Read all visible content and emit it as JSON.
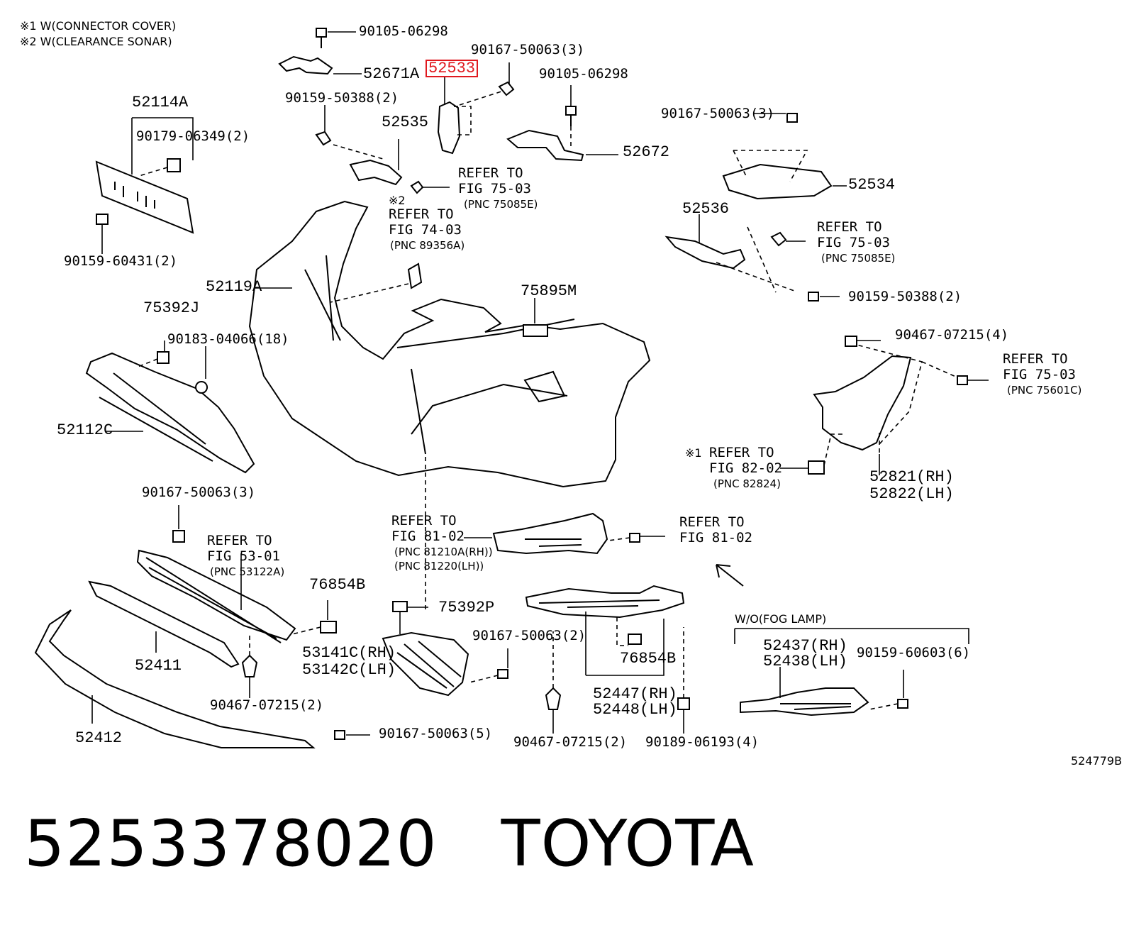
{
  "notes": {
    "n1": "※1 W(CONNECTOR COVER)",
    "n2": "※2 W(CLEARANCE SONAR)"
  },
  "labels": {
    "p52533": "52533",
    "b9010506298a": "90105-06298",
    "p52671A": "52671A",
    "b9016750063_3a": "90167-50063(3)",
    "b9010506298b": "90105-06298",
    "b9015950388_2a": "90159-50388(2)",
    "p52535": "52535",
    "p52114A": "52114A",
    "b9017906349": "90179-06349(2)",
    "b9016750063_3b": "90167-50063(3)",
    "p52672": "52672",
    "ref7503a_1": "REFER TO",
    "ref7503a_2": "FIG 75-03",
    "ref7503a_3": "(PNC 75085E)",
    "note2mark": "※2",
    "ref7403_1": "REFER TO",
    "ref7403_2": "FIG 74-03",
    "ref7403_3": "(PNC 89356A)",
    "p52534": "52534",
    "b9015960431": "90159-60431(2)",
    "p52536": "52536",
    "ref7503b_1": "REFER TO",
    "ref7503b_2": "FIG 75-03",
    "ref7503b_3": "(PNC 75085E)",
    "p52119A": "52119A",
    "p75895M": "75895M",
    "b9015950388_2b": "90159-50388(2)",
    "p75392J": "75392J",
    "b9018304066": "90183-04066(18)",
    "b9046707215_4": "90467-07215(4)",
    "ref7503c_1": "REFER TO",
    "ref7503c_2": "FIG 75-03",
    "ref7503c_3": "(PNC 75601C)",
    "p52112C": "52112C",
    "note1mark": "※1",
    "ref8202_1": "REFER TO",
    "ref8202_2": "FIG 82-02",
    "ref8202_3": "(PNC 82824)",
    "p52821": "52821(RH)",
    "p52822": "52822(LH)",
    "b9016750063_3c": "90167-50063(3)",
    "ref8102a_1": "REFER TO",
    "ref8102a_2": "FIG 81-02",
    "ref8102a_3": "(PNC 81210A(RH))",
    "ref8102a_4": "(PNC 81220(LH))",
    "ref8102b_1": "REFER TO",
    "ref8102b_2": "FIG 81-02",
    "ref5301_1": "REFER TO",
    "ref5301_2": "FIG 53-01",
    "ref5301_3": "(PNC 53122A)",
    "p76854Ba": "76854B",
    "p75392P": "75392P",
    "wofog": "W/O(FOG LAMP)",
    "b9016750063_2": "90167-50063(2)",
    "p53141C": "53141C(RH)",
    "p53142C": "53142C(LH)",
    "p52411": "52411",
    "p76854Bb": "76854B",
    "p52437": "52437(RH)",
    "p52438": "52438(LH)",
    "b9015960603": "90159-60603(6)",
    "b9046707215_2a": "90467-07215(2)",
    "p52447": "52447(RH)",
    "p52448": "52448(LH)",
    "p52412": "52412",
    "b9016750063_5": "90167-50063(5)",
    "b9046707215_2b": "90467-07215(2)",
    "b9018906193": "90189-06193(4)",
    "code": "524779B"
  },
  "caption": {
    "part_number": "5253378020",
    "brand": "TOYOTA"
  },
  "highlight_color": "#e0191f"
}
